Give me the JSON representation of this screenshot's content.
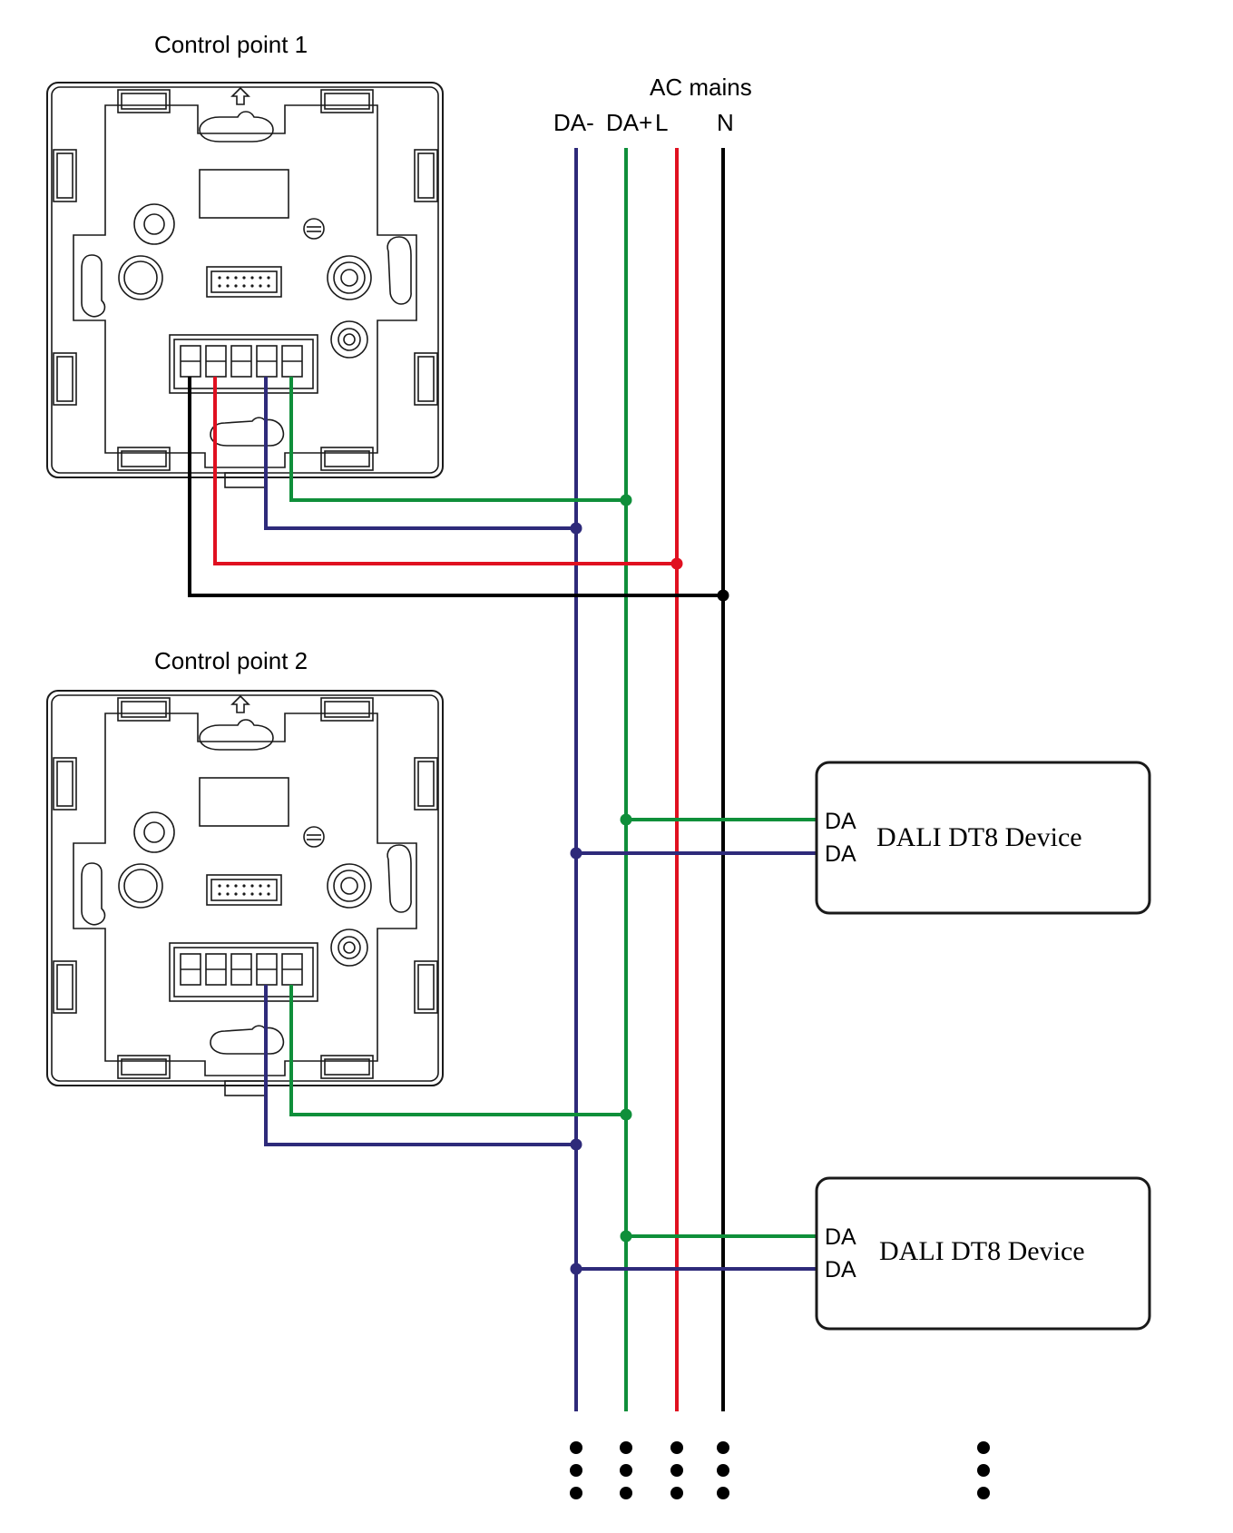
{
  "labels": {
    "control_point_1": "Control  point 1",
    "control_point_2": "Control  point 2",
    "ac_mains": "AC mains",
    "bus_da_minus": "DA-",
    "bus_da_plus": "DA+",
    "bus_l": "L",
    "bus_n": "N"
  },
  "devices": [
    {
      "title": "DALI DT8 Device",
      "terminal_1": "DA",
      "terminal_2": "DA"
    },
    {
      "title": "DALI DT8 Device",
      "terminal_1": "DA",
      "terminal_2": "DA"
    }
  ],
  "colors": {
    "da_minus": "#2e2a7a",
    "da_plus": "#0f8f3a",
    "live": "#e01020",
    "neutral": "#000000",
    "outline": "#1a1a1a"
  }
}
